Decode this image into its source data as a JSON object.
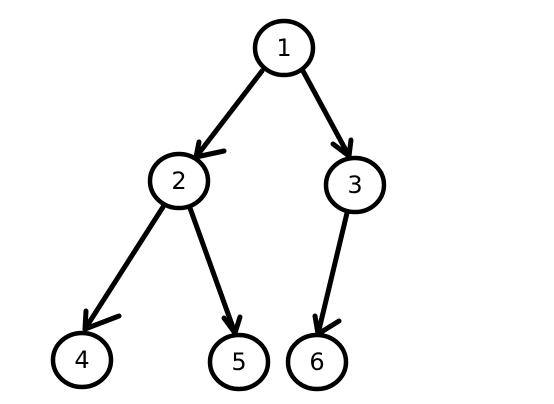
{
  "diagram": {
    "type": "tree",
    "directed": true,
    "colors": {
      "stroke": "#000000",
      "fill": "#ffffff"
    },
    "nodes": [
      {
        "id": "n1",
        "label": "1"
      },
      {
        "id": "n2",
        "label": "2"
      },
      {
        "id": "n3",
        "label": "3"
      },
      {
        "id": "n4",
        "label": "4"
      },
      {
        "id": "n5",
        "label": "5"
      },
      {
        "id": "n6",
        "label": "6"
      }
    ],
    "edges": [
      {
        "from": "n1",
        "to": "n2"
      },
      {
        "from": "n1",
        "to": "n3"
      },
      {
        "from": "n2",
        "to": "n4"
      },
      {
        "from": "n2",
        "to": "n5"
      },
      {
        "from": "n3",
        "to": "n6"
      }
    ]
  }
}
